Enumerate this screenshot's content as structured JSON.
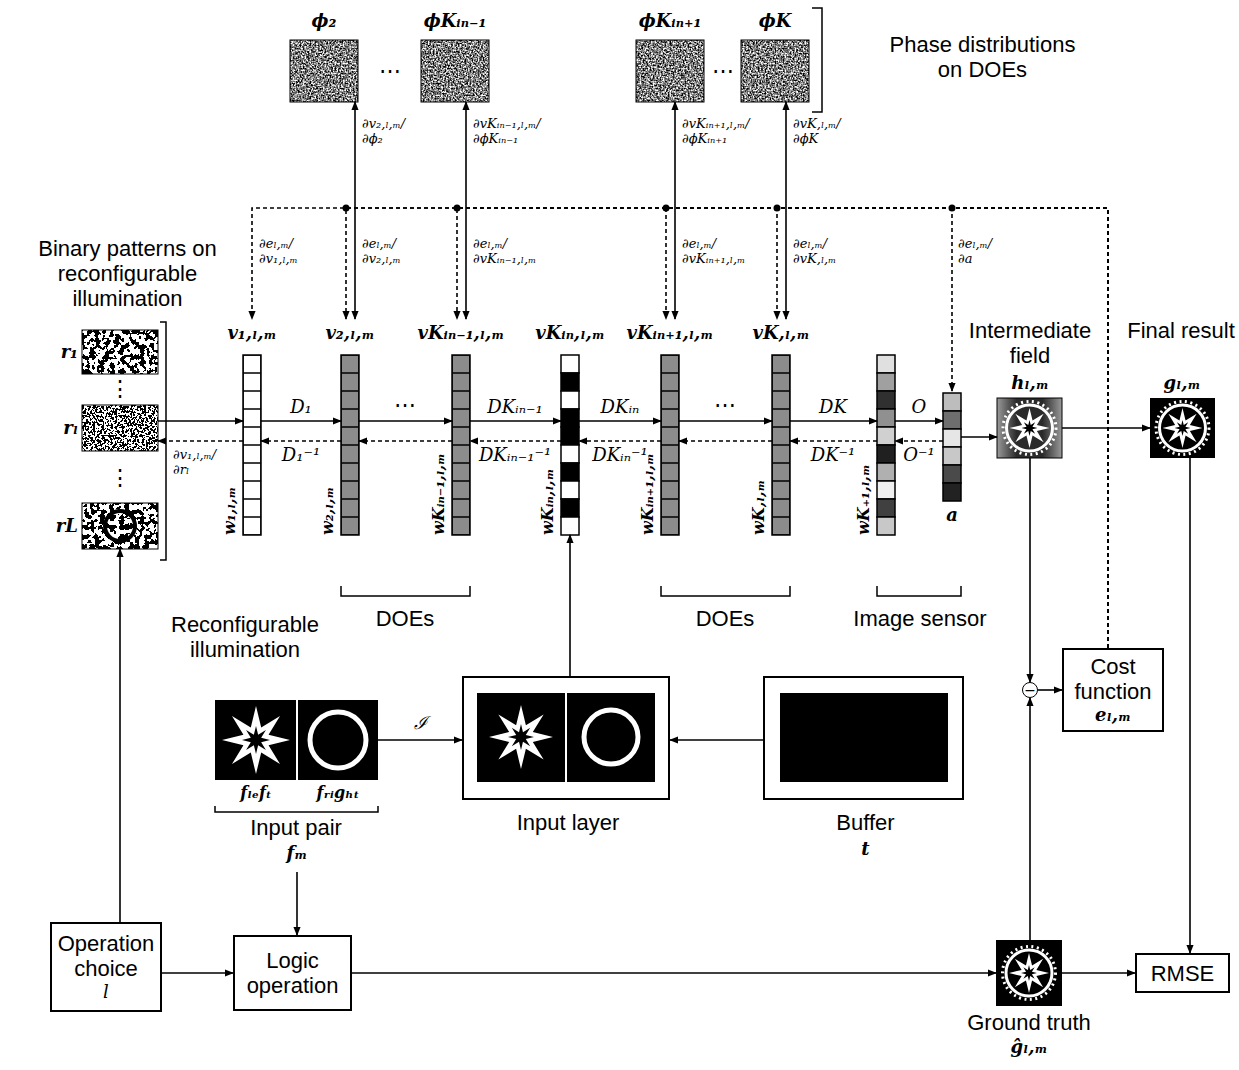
{
  "diagram": {
    "nodes": [
      {
        "text": [
          "ϕ₂"
        ]
      },
      {
        "text": [
          "ϕKᵢₙ₋₁"
        ]
      },
      {
        "text": [
          "ϕKᵢₙ₊₁"
        ]
      },
      {
        "text": [
          "ϕK"
        ]
      },
      {
        "text": [
          "r₁"
        ]
      },
      {
        "text": [
          "rₗ"
        ]
      },
      {
        "text": [
          "rL"
        ]
      },
      {
        "text": [
          "v₁,ₗ,ₘ",
          "w₁,ₗ,ₘ"
        ]
      },
      {
        "text": [
          "v₂,ₗ,ₘ",
          "w₂,ₗ,ₘ"
        ]
      },
      {
        "text": [
          "vKᵢₙ₋₁,ₗ,ₘ",
          "wKᵢₙ₋₁,ₗ,ₘ"
        ]
      },
      {
        "text": [
          "vKᵢₙ,ₗ,ₘ",
          "wKᵢₙ,ₗ,ₘ"
        ]
      },
      {
        "text": [
          "vKᵢₙ₊₁,ₗ,ₘ",
          "wKᵢₙ₊₁,ₗ,ₘ"
        ]
      },
      {
        "text": [
          "vK,ₗ,ₘ",
          "wK,ₗ,ₘ"
        ]
      },
      {
        "text": [
          "wK₊₁,ₗ,ₘ"
        ]
      },
      {
        "text": [
          "a"
        ]
      },
      {
        "text": [
          "Intermediate field",
          "hₗ,ₘ"
        ]
      },
      {
        "text": [
          "Final result",
          "gₗ,ₘ"
        ]
      },
      {
        "text": [
          "Cost function",
          "eₗ,ₘ"
        ]
      },
      {
        "text": [
          "−"
        ]
      },
      {
        "text": [
          "fₗₑfₜ",
          "fᵣᵢgₕₜ",
          "Input pair",
          "fₘ"
        ]
      },
      {
        "text": [
          "Input layer"
        ]
      },
      {
        "text": [
          "Buffer",
          "t"
        ]
      },
      {
        "text": [
          "Operation choice",
          "l"
        ]
      },
      {
        "text": [
          "Logic operation"
        ]
      },
      {
        "text": [
          "Ground truth",
          "ĝₗ,ₘ"
        ]
      },
      {
        "text": [
          "RMSE"
        ]
      }
    ],
    "edges": [
      {
        "from": 0,
        "to": 8,
        "arrow": "both",
        "label": "∂v₂,ₗ,ₘ/∂ϕ₂"
      },
      {
        "from": 1,
        "to": 9,
        "arrow": "both",
        "label": "∂vKᵢₙ₋₁,ₗ,ₘ/∂ϕKᵢₙ₋₁"
      },
      {
        "from": 2,
        "to": 11,
        "arrow": "both",
        "label": "∂vKᵢₙ₊₁,ₗ,ₘ/∂ϕKᵢₙ₊₁"
      },
      {
        "from": 3,
        "to": 12,
        "arrow": "both",
        "label": "∂vK,ₗ,ₘ/∂ϕK"
      },
      {
        "from": 17,
        "to": 7,
        "arrow": "to",
        "label": "∂eₗ,ₘ/∂v₁,ₗ,ₘ"
      },
      {
        "from": 17,
        "to": 8,
        "arrow": "to",
        "label": "∂eₗ,ₘ/∂v₂,ₗ,ₘ"
      },
      {
        "from": 17,
        "to": 9,
        "arrow": "to",
        "label": "∂eₗ,ₘ/∂vKᵢₙ₋₁,ₗ,ₘ"
      },
      {
        "from": 17,
        "to": 11,
        "arrow": "to",
        "label": "∂eₗ,ₘ/∂vKᵢₙ₊₁,ₗ,ₘ"
      },
      {
        "from": 17,
        "to": 12,
        "arrow": "to",
        "label": "∂eₗ,ₘ/∂vK,ₗ,ₘ"
      },
      {
        "from": 17,
        "to": 14,
        "arrow": "to",
        "label": "∂eₗ,ₘ/∂a"
      },
      {
        "from": 5,
        "to": 7,
        "arrow": "to"
      },
      {
        "from": 7,
        "to": 5,
        "arrow": "to",
        "label": "∂v₁,ₗ,ₘ/∂rₗ"
      },
      {
        "from": 7,
        "to": 8,
        "arrow": "to",
        "label": "D₁"
      },
      {
        "from": 8,
        "to": 7,
        "arrow": "to",
        "label": "D₁⁻¹"
      },
      {
        "from": 8,
        "to": 9,
        "arrow": "to"
      },
      {
        "from": 9,
        "to": 8,
        "arrow": "to"
      },
      {
        "from": 9,
        "to": 10,
        "arrow": "to",
        "label": "DKᵢₙ₋₁"
      },
      {
        "from": 10,
        "to": 9,
        "arrow": "to",
        "label": "DKᵢₙ₋₁⁻¹"
      },
      {
        "from": 10,
        "to": 11,
        "arrow": "to",
        "label": "DKᵢₙ"
      },
      {
        "from": 11,
        "to": 10,
        "arrow": "to",
        "label": "DKᵢₙ⁻¹"
      },
      {
        "from": 11,
        "to": 12,
        "arrow": "to"
      },
      {
        "from": 12,
        "to": 11,
        "arrow": "to"
      },
      {
        "from": 12,
        "to": 13,
        "arrow": "to",
        "label": "DK"
      },
      {
        "from": 13,
        "to": 12,
        "arrow": "to",
        "label": "DK⁻¹"
      },
      {
        "from": 13,
        "to": 14,
        "arrow": "to",
        "label": "O"
      },
      {
        "from": 14,
        "to": 13,
        "arrow": "to",
        "label": "O⁻¹"
      },
      {
        "from": 14,
        "to": 15,
        "arrow": "to"
      },
      {
        "from": 15,
        "to": 16,
        "arrow": "to"
      },
      {
        "from": 15,
        "to": 18,
        "arrow": "to"
      },
      {
        "from": 24,
        "to": 18,
        "arrow": "to"
      },
      {
        "from": 18,
        "to": 17,
        "arrow": "to"
      },
      {
        "from": 16,
        "to": 25,
        "arrow": "to"
      },
      {
        "from": 24,
        "to": 25,
        "arrow": "to"
      },
      {
        "from": 23,
        "to": 24,
        "arrow": "to"
      },
      {
        "from": 22,
        "to": 23,
        "arrow": "to"
      },
      {
        "from": 22,
        "to": 6,
        "arrow": "to"
      },
      {
        "from": 19,
        "to": 23,
        "arrow": "to"
      },
      {
        "from": 19,
        "to": 20,
        "arrow": "to",
        "label": "ℐ"
      },
      {
        "from": 21,
        "to": 20,
        "arrow": "to"
      },
      {
        "from": 20,
        "to": 10,
        "arrow": "to"
      }
    ],
    "labels": [
      "Phase distributions on DOEs",
      "⋯",
      "⋯",
      "Binary patterns on reconfigurable illumination",
      "⋮",
      "⋮",
      "⋯",
      "⋯",
      "Reconfigurable illumination",
      "DOEs",
      "DOEs",
      "Image sensor"
    ]
  }
}
